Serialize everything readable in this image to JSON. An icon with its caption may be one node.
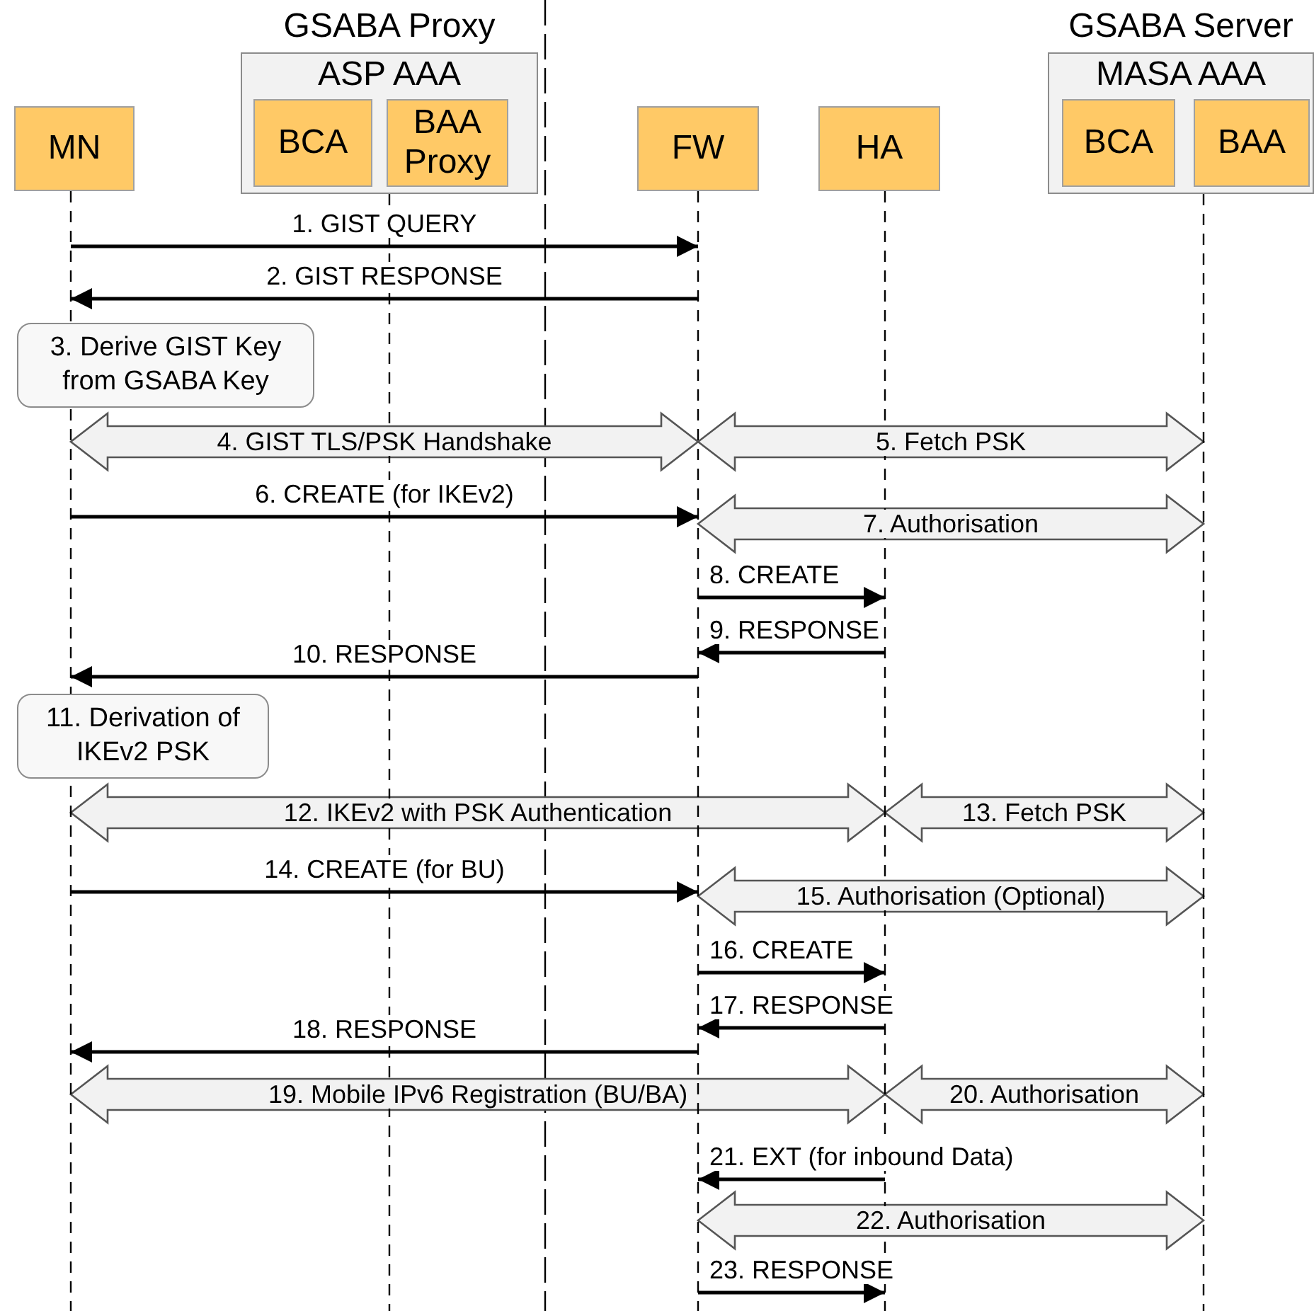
{
  "diagram": {
    "nodes": [
      {
        "text": [
          "MN"
        ]
      },
      {
        "text": [
          "GSABA Proxy",
          "ASP AAA"
        ]
      },
      {
        "text": [
          "BCA"
        ],
        "in": 1
      },
      {
        "text": [
          "BAA Proxy"
        ],
        "in": 1
      },
      {
        "text": [
          "FW"
        ]
      },
      {
        "text": [
          "HA"
        ]
      },
      {
        "text": [
          "GSABA Server",
          "MASA AAA"
        ]
      },
      {
        "text": [
          "BCA"
        ],
        "in": 6
      },
      {
        "text": [
          "BAA"
        ],
        "in": 6
      },
      {
        "text": [
          "3. Derive GIST Key from GSABA Key"
        ]
      },
      {
        "text": [
          "11. Derivation of IKEv2 PSK"
        ]
      }
    ],
    "edges": [
      {
        "from": 0,
        "to": 4,
        "arrow": "to",
        "label": "1. GIST QUERY"
      },
      {
        "from": 4,
        "to": 0,
        "arrow": "to",
        "label": "2. GIST RESPONSE"
      },
      {
        "from": 0,
        "to": 4,
        "arrow": "both",
        "label": "4. GIST TLS/PSK Handshake",
        "style": "thick"
      },
      {
        "from": 4,
        "to": 6,
        "arrow": "both",
        "label": "5. Fetch PSK",
        "style": "thick"
      },
      {
        "from": 0,
        "to": 4,
        "arrow": "to",
        "label": "6. CREATE (for IKEv2)"
      },
      {
        "from": 4,
        "to": 6,
        "arrow": "both",
        "label": "7. Authorisation",
        "style": "thick"
      },
      {
        "from": 4,
        "to": 5,
        "arrow": "to",
        "label": "8. CREATE"
      },
      {
        "from": 5,
        "to": 4,
        "arrow": "to",
        "label": "9. RESPONSE"
      },
      {
        "from": 4,
        "to": 0,
        "arrow": "to",
        "label": "10. RESPONSE"
      },
      {
        "from": 0,
        "to": 5,
        "arrow": "both",
        "label": "12. IKEv2 with PSK Authentication",
        "style": "thick"
      },
      {
        "from": 5,
        "to": 6,
        "arrow": "both",
        "label": "13. Fetch PSK",
        "style": "thick"
      },
      {
        "from": 0,
        "to": 4,
        "arrow": "to",
        "label": "14. CREATE (for BU)"
      },
      {
        "from": 4,
        "to": 6,
        "arrow": "both",
        "label": "15. Authorisation (Optional)",
        "style": "thick"
      },
      {
        "from": 4,
        "to": 5,
        "arrow": "to",
        "label": "16. CREATE"
      },
      {
        "from": 5,
        "to": 4,
        "arrow": "to",
        "label": "17. RESPONSE"
      },
      {
        "from": 4,
        "to": 0,
        "arrow": "to",
        "label": "18. RESPONSE"
      },
      {
        "from": 0,
        "to": 5,
        "arrow": "both",
        "label": "19. Mobile IPv6 Registration (BU/BA)",
        "style": "thick"
      },
      {
        "from": 5,
        "to": 6,
        "arrow": "both",
        "label": "20. Authorisation",
        "style": "thick"
      },
      {
        "from": 5,
        "to": 4,
        "arrow": "to",
        "label": "21. EXT (for inbound Data)"
      },
      {
        "from": 4,
        "to": 6,
        "arrow": "both",
        "label": "22. Authorisation",
        "style": "thick"
      },
      {
        "from": 4,
        "to": 5,
        "arrow": "to",
        "label": "23. RESPONSE"
      }
    ]
  }
}
